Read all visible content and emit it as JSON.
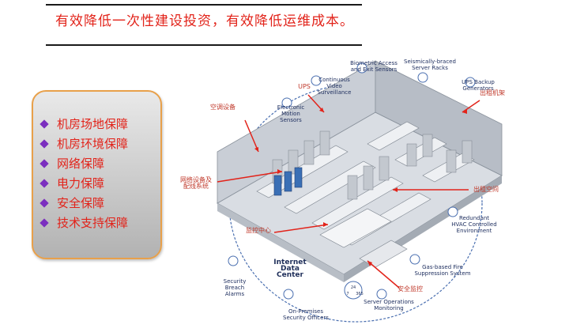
{
  "header": {
    "text": "有效降低一次性建设投资，有效降低运维成本。"
  },
  "guarantees": [
    "机房场地保障",
    "机房环境保障",
    "网络保障",
    "电力保障",
    "安全保障",
    "技术支持保障"
  ],
  "diagram": {
    "callouts": {
      "ups": "UPS",
      "ac": "空调设备",
      "network": "网络设备及\n配线系统",
      "rack_rental": "出租机架",
      "space_rental": "出租空间",
      "monitor_center": "监控中心",
      "security_monitor": "安全监控"
    },
    "features": {
      "biometric": "Biometric Access\nand Exit Sensors",
      "racks": "Seismically-braced\nServer Racks",
      "video": "Continuous Video\nSurveillance",
      "ups_gen": "UPS Backup\nGenerators",
      "motion": "Electronic\nMotion Sensors",
      "hvac": "Redundant\nHVAC Controlled\nEnvironment",
      "fire": "Gas-based Fire\nSuppression System",
      "idc": "Internet\nData Center",
      "breach": "Security\nBreach\nAlarms",
      "ops": "Server Operations\nMonitoring",
      "officers": "On-Premises\nSecurity Officers"
    },
    "badge": {
      "top": "24",
      "left": "7",
      "right": "365"
    }
  },
  "colors": {
    "accent_red": "#e2231a",
    "bullet_purple": "#7b2fbf",
    "box_border": "#e8a04a"
  }
}
